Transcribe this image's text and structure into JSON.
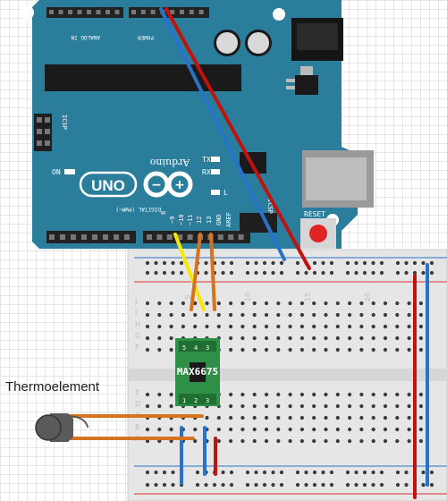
{
  "board": {
    "brand": "Arduino",
    "model": "UNO",
    "labels": {
      "icsp_top": "ICSP",
      "icsp_side": "ICSP",
      "analog_in": "ANALOG IN",
      "power": "POWER",
      "on": "ON",
      "tx": "TX",
      "rx": "RX",
      "l": "L",
      "reset": "RESET",
      "digital": "DIGITAL (PWM~)",
      "aref": "AREF",
      "gnd": "GND",
      "pin13": "13",
      "pin12": "12",
      "pin11": "~11",
      "pin10": "~10",
      "pin9": "~9",
      "pin8": "8"
    }
  },
  "breadboard": {
    "row_letters": [
      "J",
      "I",
      "H",
      "G",
      "F",
      "E",
      "D",
      "C",
      "B",
      "A"
    ],
    "column_numbers": [
      "5",
      "10",
      "15",
      "20"
    ]
  },
  "sensor_module": {
    "label": "MAX6675",
    "top_pins": [
      "5",
      "4",
      "3"
    ],
    "bottom_pins": [
      "1",
      "2",
      "3"
    ]
  },
  "thermocouple_label": "Thermoelement",
  "colors": {
    "board": "#2a7e9c",
    "breadboard": "#e6e6e6",
    "module": "#2f8f46",
    "wire_red": "#c0120f",
    "wire_blue": "#2574c9",
    "wire_orange": "#d5731f",
    "wire_yellow": "#f6e800",
    "thermocouple": "#555555"
  }
}
